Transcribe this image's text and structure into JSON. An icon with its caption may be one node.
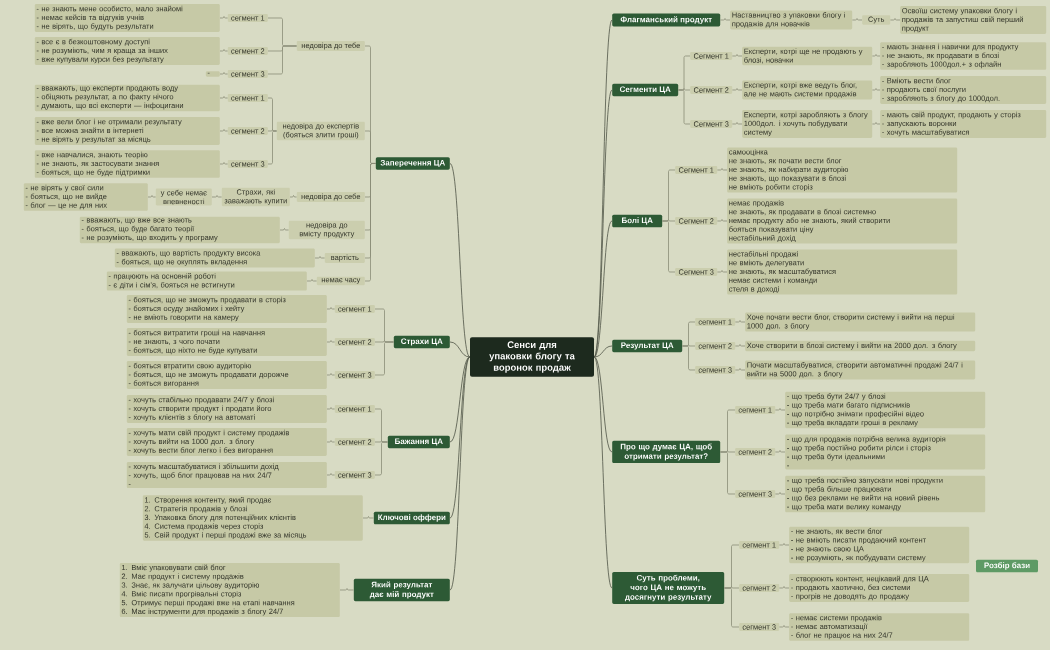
{
  "diagram": {
    "nodes": [
      {
        "text": [
          "Сенси для упаковки блогу та воронок продаж"
        ]
      },
      {
        "text": [
          "Заперечення ЦА"
        ]
      },
      {
        "text": [
          "недовіра до тебе"
        ]
      },
      {
        "text": [
          "сегмент 1"
        ]
      },
      {
        "text": [
          "- не знають мене особисто, мало знайомі",
          "- немає кейсів та відгуків учнів",
          "- не вірять, що будуть результати"
        ]
      },
      {
        "text": [
          "сегмент 2"
        ]
      },
      {
        "text": [
          "- все є в безкоштовному доступі",
          "- не розуміють, чим я краща за інших",
          "- вже купували курси без результату"
        ]
      },
      {
        "text": [
          "сегмент 3"
        ]
      },
      {
        "text": [
          "-"
        ]
      },
      {
        "text": [
          "недовіра до експертів (бояться злити гроші)"
        ]
      },
      {
        "text": [
          "сегмент 1"
        ]
      },
      {
        "text": [
          "- вважають, що експерти продають воду",
          "- обіцяють результат, а по факту нічого",
          "- думають, що всі експерти — інфоцигани"
        ]
      },
      {
        "text": [
          "сегмент 2"
        ]
      },
      {
        "text": [
          "- вже вели блог і не отримали результату",
          "- все можна знайти в інтернеті",
          "- не вірять у результат за місяць"
        ]
      },
      {
        "text": [
          "сегмент 3"
        ]
      },
      {
        "text": [
          "- вже навчалися, знають теорію",
          "- не знають, як застосувати знання",
          "- бояться, що не буде підтримки"
        ]
      },
      {
        "text": [
          "недовіра до себе"
        ]
      },
      {
        "text": [
          "Страхи, які заважають купити"
        ]
      },
      {
        "text": [
          "у себе немає впевненості"
        ]
      },
      {
        "text": [
          "- не вірять у свої сили",
          "- бояться, що не вийде",
          "- блог — це не для них"
        ]
      },
      {
        "text": [
          "недовіра до вмісту продукту"
        ]
      },
      {
        "text": [
          "- вважають, що вже все знають",
          "- бояться, що буде багато теорії",
          "- не розуміють, що входить у програму"
        ]
      },
      {
        "text": [
          "вартість"
        ]
      },
      {
        "text": [
          "- вважають, що вартість продукту висока",
          "- бояться, що не окуплять вкладення"
        ]
      },
      {
        "text": [
          "немає часу"
        ]
      },
      {
        "text": [
          "- працюють на основній роботі",
          "- є діти і сім'я, бояться не встигнути"
        ]
      },
      {
        "text": [
          "Страхи ЦА"
        ]
      },
      {
        "text": [
          "сегмент 1"
        ]
      },
      {
        "text": [
          "- бояться, що не зможуть продавати в сторіз",
          "- бояться осуду знайомих і хейту",
          "- не вміють говорити на камеру"
        ]
      },
      {
        "text": [
          "сегмент 2"
        ]
      },
      {
        "text": [
          "- бояться витратити гроші на навчання",
          "- не знають, з чого почати",
          "- бояться, що ніхто не буде купувати"
        ]
      },
      {
        "text": [
          "сегмент 3"
        ]
      },
      {
        "text": [
          "- бояться втратити свою аудиторію",
          "- бояться, що не зможуть продавати дорожче",
          "- бояться вигорання"
        ]
      },
      {
        "text": [
          "Бажання ЦА"
        ]
      },
      {
        "text": [
          "сегмент 1"
        ]
      },
      {
        "text": [
          "- хочуть стабільно продавати 24/7 у блозі",
          "- хочуть створити продукт і продати його",
          "- хочуть клієнтів з блогу на автоматі"
        ]
      },
      {
        "text": [
          "сегмент 2"
        ]
      },
      {
        "text": [
          "- хочуть мати свій продукт і систему продажів",
          "- хочуть вийти на 1000 дол. з блогу",
          "- хочуть вести блог легко і без вигорання"
        ]
      },
      {
        "text": [
          "сегмент 3"
        ]
      },
      {
        "text": [
          "- хочуть масштабуватися і збільшити дохід",
          "- хочуть, щоб блог працював на них 24/7",
          "-"
        ]
      },
      {
        "text": [
          "Ключові оффери"
        ]
      },
      {
        "text": [
          "1. Створення контенту, який продає",
          "2. Стратегія продажів у блозі",
          "3. Упаковка блогу для потенційних клієнтів",
          "4. Система продажів через сторіз",
          "5. Свій продукт і перші продажі вже за місяць"
        ]
      },
      {
        "text": [
          "Який результат дає мій продукт"
        ]
      },
      {
        "text": [
          "1. Вміє упаковувати свій блог",
          "2. Має продукт і систему продажів",
          "3. Знає, як залучати цільову аудиторію",
          "4. Вміє писати прогрівальні сторіз",
          "5. Отримує перші продажі вже на етапі навчання",
          "6. Має інструменти для продажів з блогу 24/7"
        ]
      },
      {
        "text": [
          "Флагманський продукт"
        ]
      },
      {
        "text": [
          "Наставництво з упаковки блогу і продажів для новачків"
        ]
      },
      {
        "text": [
          "Суть"
        ]
      },
      {
        "text": [
          "Освоїш систему упаковки блогу і продажів та запустиш свій перший продукт"
        ]
      },
      {
        "text": [
          "Сегменти ЦА"
        ]
      },
      {
        "text": [
          "Сегмент 1"
        ]
      },
      {
        "text": [
          "Експерти, котрі ще не продають у блозі, новачки"
        ]
      },
      {
        "text": [
          "- мають знання і навички для продукту",
          "- не знають, як продавати в блозі",
          "- заробляють 1000дол.+ з офлайн"
        ]
      },
      {
        "text": [
          "Сегмент 2"
        ]
      },
      {
        "text": [
          "Експерти, котрі вже ведуть блог, але не мають системи продажів"
        ]
      },
      {
        "text": [
          "- Вміють вести блог",
          "- продають свої послуги",
          "- заробляють з блогу до 1000дол."
        ]
      },
      {
        "text": [
          "Сегмент 3"
        ]
      },
      {
        "text": [
          "Експерти, котрі заробляють з блогу 1000дол. і хочуть побудувати систему"
        ]
      },
      {
        "text": [
          "- мають свій продукт, продають у сторіз",
          "- запускають воронки",
          "- хочуть масштабуватися"
        ]
      },
      {
        "text": [
          "Болі ЦА"
        ]
      },
      {
        "text": [
          "Сегмент 1"
        ]
      },
      {
        "text": [
          "самооцінка",
          "не знають, як почати вести блог",
          "не знають, як набирати аудиторію",
          "не знають, що показувати в блозі",
          "не вміють робити сторіз"
        ]
      },
      {
        "text": [
          "Сегмент 2"
        ]
      },
      {
        "text": [
          "немає продажів",
          "не знають, як продавати в блозі системно",
          "немає продукту або не знають, який створити",
          "бояться показувати ціну",
          "нестабільний дохід"
        ]
      },
      {
        "text": [
          "Сегмент 3"
        ]
      },
      {
        "text": [
          "нестабільні продажі",
          "не вміють делегувати",
          "не знають, як масштабуватися",
          "немає системи і команди",
          "стеля в доході"
        ]
      },
      {
        "text": [
          "Результат ЦА"
        ]
      },
      {
        "text": [
          "сегмент 1"
        ]
      },
      {
        "text": [
          "Хоче почати вести блог, створити систему і вийти на перші 1000 дол. з блогу"
        ]
      },
      {
        "text": [
          "сегмент 2"
        ]
      },
      {
        "text": [
          "Хоче створити в блозі систему і вийти на 2000 дол. з блогу"
        ]
      },
      {
        "text": [
          "сегмент 3"
        ]
      },
      {
        "text": [
          "Почати масштабуватися, створити автоматичні продажі 24/7 і вийти на 5000 дол. з блогу"
        ]
      },
      {
        "text": [
          "Про що думає ЦА, щоб отримати результат?"
        ]
      },
      {
        "text": [
          "сегмент 1"
        ]
      },
      {
        "text": [
          "- що треба бути 24/7 у блозі",
          "- що треба мати багато підписників",
          "- що потрібно знімати професійні відео",
          "- що треба вкладати гроші в рекламу"
        ]
      },
      {
        "text": [
          "сегмент 2"
        ]
      },
      {
        "text": [
          "- що для продажів потрібна велика аудиторія",
          "- що треба постійно робити рілси і сторіз",
          "- що треба бути ідеальними",
          "-"
        ]
      },
      {
        "text": [
          "сегмент 3"
        ]
      },
      {
        "text": [
          "- що треба постійно запускати нові продукти",
          "- що треба більше працювати",
          "- що без реклами не вийти на новий рівень",
          "- що треба мати велику команду"
        ]
      },
      {
        "text": [
          "Суть проблеми, чого ЦА не можуть досягнути результату"
        ]
      },
      {
        "text": [
          "сегмент 1"
        ]
      },
      {
        "text": [
          "- не знають, як вести блог",
          "- не вміють писати продаючий контент",
          "- не знають свою ЦА",
          "- не розуміють, як побудувати систему"
        ]
      },
      {
        "text": [
          "сегмент 2"
        ]
      },
      {
        "text": [
          "- створюють контент, нецікавий для ЦА",
          "- продають хаотично, без системи",
          "- прогрів не доводять до продажу"
        ]
      },
      {
        "text": [
          "сегмент 3"
        ]
      },
      {
        "text": [
          "- немає системи продажів",
          "- немає автоматизації",
          "- блог не працює на них 24/7"
        ]
      },
      {
        "text": [
          "Розбір бази"
        ]
      }
    ],
    "edges": [
      {
        "from": 0,
        "to": 1,
        "arrow": "none",
        "color": "#4f5446"
      },
      {
        "from": 1,
        "to": 2,
        "arrow": "none"
      },
      {
        "from": 2,
        "to": 3,
        "arrow": "none"
      },
      {
        "from": 3,
        "to": 4,
        "arrow": "none"
      },
      {
        "from": 2,
        "to": 5,
        "arrow": "none"
      },
      {
        "from": 5,
        "to": 6,
        "arrow": "none"
      },
      {
        "from": 2,
        "to": 7,
        "arrow": "none"
      },
      {
        "from": 7,
        "to": 8,
        "arrow": "none"
      },
      {
        "from": 1,
        "to": 9,
        "arrow": "none"
      },
      {
        "from": 9,
        "to": 10,
        "arrow": "none"
      },
      {
        "from": 10,
        "to": 11,
        "arrow": "none"
      },
      {
        "from": 9,
        "to": 12,
        "arrow": "none"
      },
      {
        "from": 12,
        "to": 13,
        "arrow": "none"
      },
      {
        "from": 9,
        "to": 14,
        "arrow": "none"
      },
      {
        "from": 14,
        "to": 15,
        "arrow": "none"
      },
      {
        "from": 1,
        "to": 16,
        "arrow": "none"
      },
      {
        "from": 16,
        "to": 17,
        "arrow": "none"
      },
      {
        "from": 17,
        "to": 18,
        "arrow": "none"
      },
      {
        "from": 18,
        "to": 19,
        "arrow": "none"
      },
      {
        "from": 1,
        "to": 20,
        "arrow": "none"
      },
      {
        "from": 20,
        "to": 21,
        "arrow": "none"
      },
      {
        "from": 1,
        "to": 22,
        "arrow": "none"
      },
      {
        "from": 22,
        "to": 23,
        "arrow": "none"
      },
      {
        "from": 1,
        "to": 24,
        "arrow": "none"
      },
      {
        "from": 24,
        "to": 25,
        "arrow": "none"
      },
      {
        "from": 0,
        "to": 26,
        "arrow": "none",
        "color": "#4f5446"
      },
      {
        "from": 26,
        "to": 27,
        "arrow": "none"
      },
      {
        "from": 27,
        "to": 28,
        "arrow": "none"
      },
      {
        "from": 26,
        "to": 29,
        "arrow": "none"
      },
      {
        "from": 29,
        "to": 30,
        "arrow": "none"
      },
      {
        "from": 26,
        "to": 31,
        "arrow": "none"
      },
      {
        "from": 31,
        "to": 32,
        "arrow": "none"
      },
      {
        "from": 0,
        "to": 33,
        "arrow": "none",
        "color": "#4f5446"
      },
      {
        "from": 33,
        "to": 34,
        "arrow": "none"
      },
      {
        "from": 34,
        "to": 35,
        "arrow": "none"
      },
      {
        "from": 33,
        "to": 36,
        "arrow": "none"
      },
      {
        "from": 36,
        "to": 37,
        "arrow": "none"
      },
      {
        "from": 33,
        "to": 38,
        "arrow": "none"
      },
      {
        "from": 38,
        "to": 39,
        "arrow": "none"
      },
      {
        "from": 0,
        "to": 40,
        "arrow": "none",
        "color": "#4f5446"
      },
      {
        "from": 40,
        "to": 41,
        "arrow": "none"
      },
      {
        "from": 0,
        "to": 42,
        "arrow": "none",
        "color": "#4f5446"
      },
      {
        "from": 42,
        "to": 43,
        "arrow": "none"
      },
      {
        "from": 0,
        "to": 44,
        "arrow": "none",
        "color": "#4f5446"
      },
      {
        "from": 44,
        "to": 45,
        "arrow": "none"
      },
      {
        "from": 45,
        "to": 46,
        "arrow": "none"
      },
      {
        "from": 46,
        "to": 47,
        "arrow": "none"
      },
      {
        "from": 0,
        "to": 48,
        "arrow": "none",
        "color": "#4f5446"
      },
      {
        "from": 48,
        "to": 49,
        "arrow": "none"
      },
      {
        "from": 49,
        "to": 50,
        "arrow": "none"
      },
      {
        "from": 50,
        "to": 51,
        "arrow": "none"
      },
      {
        "from": 48,
        "to": 52,
        "arrow": "none"
      },
      {
        "from": 52,
        "to": 53,
        "arrow": "none"
      },
      {
        "from": 53,
        "to": 54,
        "arrow": "none"
      },
      {
        "from": 48,
        "to": 55,
        "arrow": "none"
      },
      {
        "from": 55,
        "to": 56,
        "arrow": "none"
      },
      {
        "from": 56,
        "to": 57,
        "arrow": "none"
      },
      {
        "from": 0,
        "to": 58,
        "arrow": "none",
        "color": "#4f5446"
      },
      {
        "from": 58,
        "to": 59,
        "arrow": "none"
      },
      {
        "from": 59,
        "to": 60,
        "arrow": "none"
      },
      {
        "from": 58,
        "to": 61,
        "arrow": "none"
      },
      {
        "from": 61,
        "to": 62,
        "arrow": "none"
      },
      {
        "from": 58,
        "to": 63,
        "arrow": "none"
      },
      {
        "from": 63,
        "to": 64,
        "arrow": "none"
      },
      {
        "from": 0,
        "to": 65,
        "arrow": "none",
        "color": "#4f5446"
      },
      {
        "from": 65,
        "to": 66,
        "arrow": "none"
      },
      {
        "from": 66,
        "to": 67,
        "arrow": "none"
      },
      {
        "from": 65,
        "to": 68,
        "arrow": "none"
      },
      {
        "from": 68,
        "to": 69,
        "arrow": "none"
      },
      {
        "from": 65,
        "to": 70,
        "arrow": "none"
      },
      {
        "from": 70,
        "to": 71,
        "arrow": "none"
      },
      {
        "from": 0,
        "to": 72,
        "arrow": "none",
        "color": "#4f5446"
      },
      {
        "from": 72,
        "to": 73,
        "arrow": "none"
      },
      {
        "from": 73,
        "to": 74,
        "arrow": "none"
      },
      {
        "from": 72,
        "to": 75,
        "arrow": "none"
      },
      {
        "from": 75,
        "to": 76,
        "arrow": "none"
      },
      {
        "from": 72,
        "to": 77,
        "arrow": "none"
      },
      {
        "from": 77,
        "to": 78,
        "arrow": "none"
      },
      {
        "from": 0,
        "to": 79,
        "arrow": "none",
        "color": "#4f5446"
      },
      {
        "from": 79,
        "to": 80,
        "arrow": "none"
      },
      {
        "from": 80,
        "to": 81,
        "arrow": "none"
      },
      {
        "from": 79,
        "to": 82,
        "arrow": "none"
      },
      {
        "from": 82,
        "to": 83,
        "arrow": "none"
      },
      {
        "from": 79,
        "to": 84,
        "arrow": "none"
      },
      {
        "from": 84,
        "to": 85,
        "arrow": "none"
      }
    ]
  }
}
